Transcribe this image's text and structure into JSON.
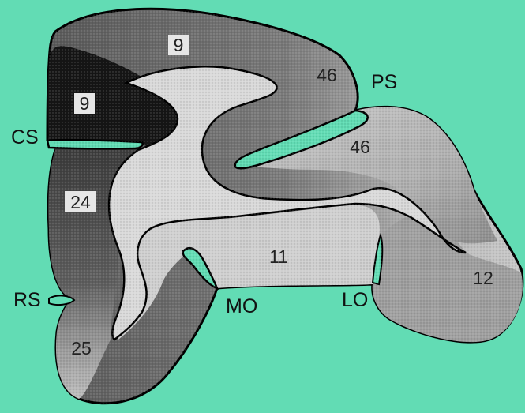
{
  "diagram": {
    "sulcus_labels": {
      "cs": "CS",
      "ps": "PS",
      "rs": "RS",
      "mo": "MO",
      "lo": "LO"
    },
    "area_labels": {
      "area_9_dorsal": "9",
      "area_9_medial": "9",
      "area_46_upper": "46",
      "area_46_lower": "46",
      "area_24": "24",
      "area_11": "11",
      "area_12": "12",
      "area_25": "25"
    },
    "colors": {
      "background": "#62dcb4",
      "white_matter": "#d9d9d9",
      "area_9_dorsal": "#6f6f6f",
      "area_9_medial": "#151515",
      "area_24": "#5a5a5a",
      "area_46": "#c3c3c3",
      "area_11": "#cfcfcf",
      "area_12": "#a2a2a2",
      "area_25": "#b5b5b5",
      "outline": "#000000"
    }
  }
}
